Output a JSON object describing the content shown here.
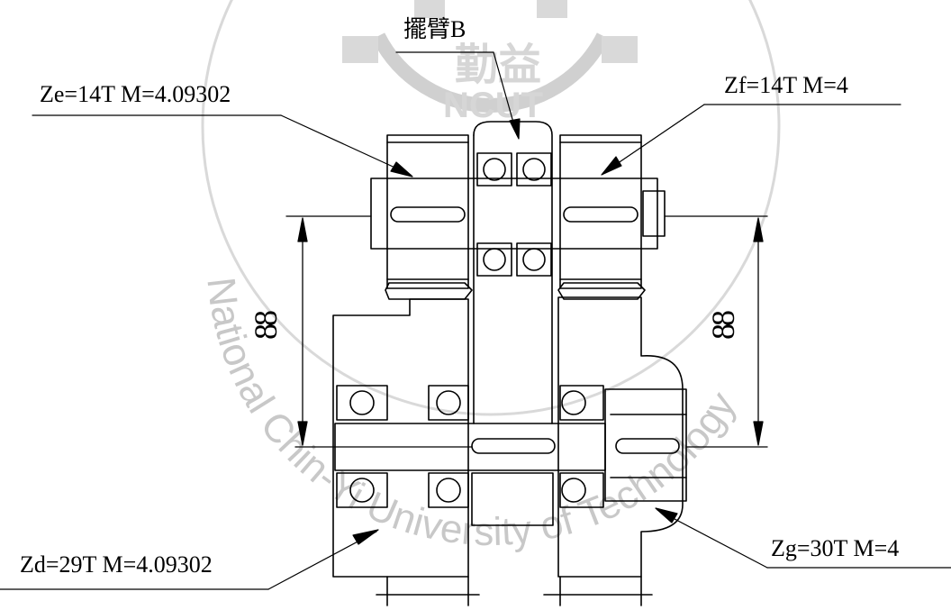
{
  "labels": {
    "arm_b": "擺臂B",
    "ze": "Ze=14T M=4.09302",
    "zf": "Zf=14T M=4",
    "zd": "Zd=29T M=4.09302",
    "zg": "Zg=30T M=4"
  },
  "dimensions": {
    "left": "88",
    "right": "88"
  },
  "watermark": {
    "arc_text": "National Chin-Yi University of Technology",
    "logo_cn": "勤益",
    "logo_en": "NCUT"
  },
  "colors": {
    "line": "#000000",
    "watermark": "#c8c8c8"
  }
}
